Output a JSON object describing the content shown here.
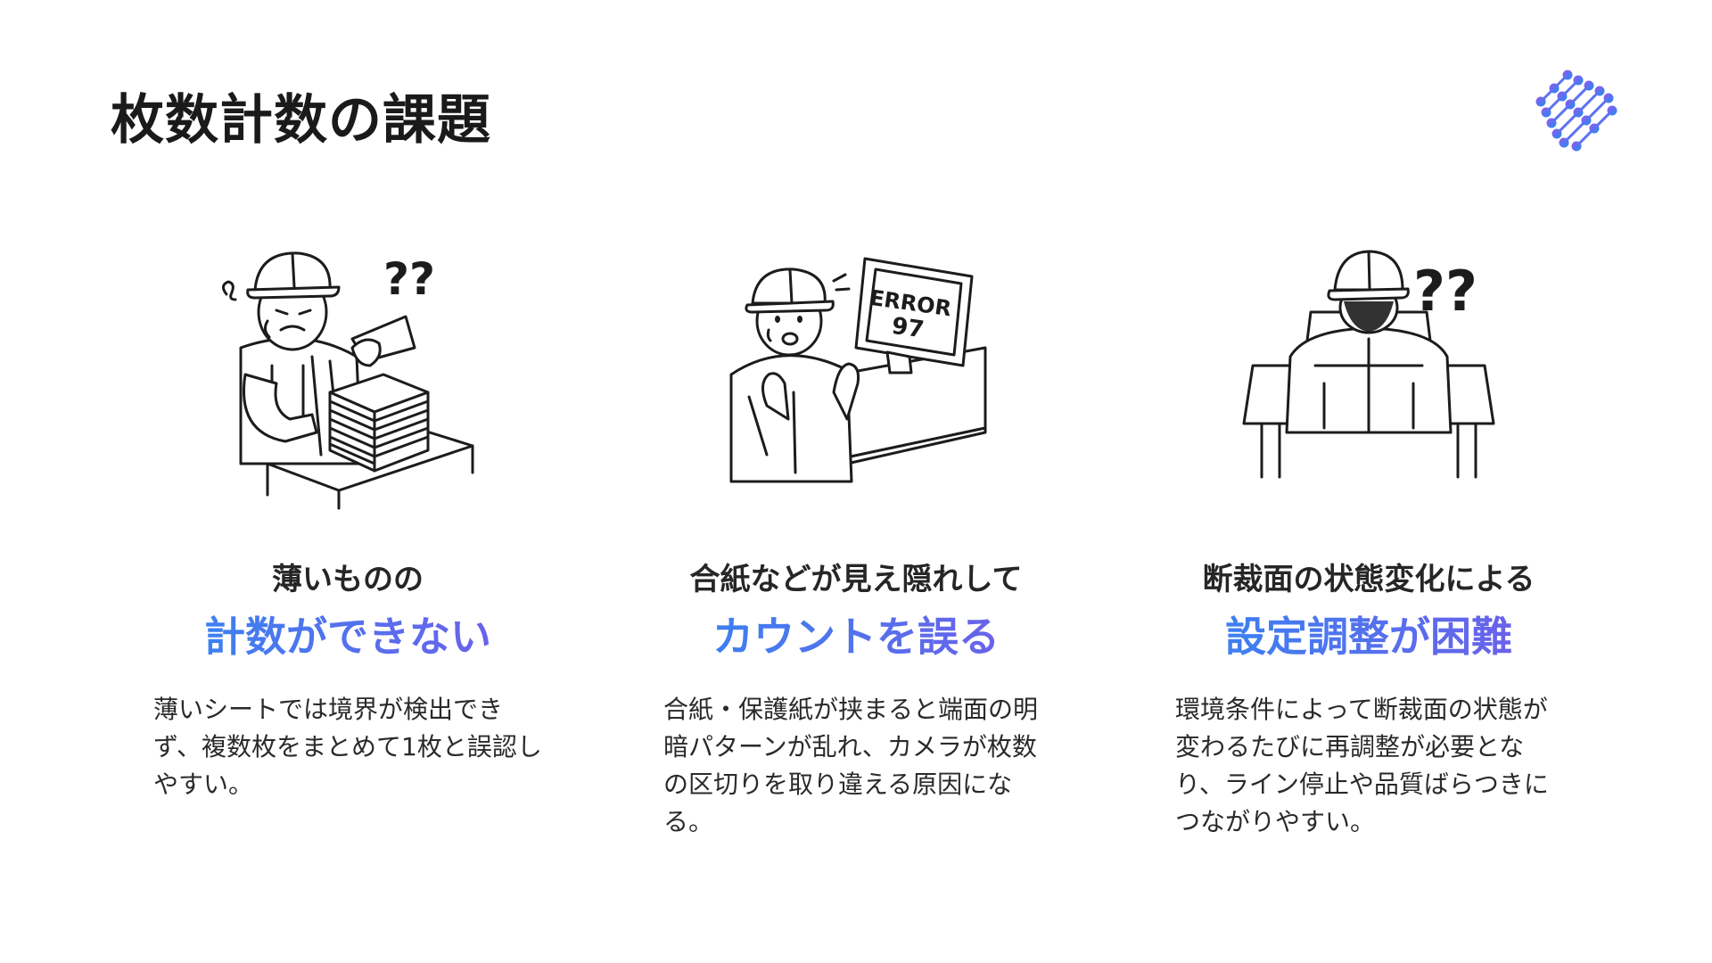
{
  "page": {
    "title": "枚数計数の課題"
  },
  "colors": {
    "accent_start": "#3d80f0",
    "accent_end": "#6a62ea",
    "text": "#1f1f1f"
  },
  "cards": [
    {
      "illustration_icon": "confused-worker-with-paper-stack-icon",
      "question_marks": "??",
      "subtitle": "薄いものの",
      "headline": "計数ができない",
      "body": "薄いシートでは境界が検出できず、複数枚をまとめて1枚と誤認しやすい。"
    },
    {
      "illustration_icon": "worker-with-error-monitor-icon",
      "screen_line1": "ERROR",
      "screen_line2": "97",
      "subtitle": "合紙などが見え隠れして",
      "headline": "カウントを誤る",
      "body": "合紙・保護紙が挟まると端面の明暗パターンが乱れ、カメラが枚数の区切りを取り違える原因になる。"
    },
    {
      "illustration_icon": "worker-back-view-at-desk-icon",
      "question_marks": "??",
      "subtitle": "断裁面の状態変化による",
      "headline": "設定調整が困難",
      "body": "環境条件によって断裁面の状態が変わるたびに再調整が必要となり、ライン停止や品質ばらつきにつながりやすい。"
    }
  ]
}
